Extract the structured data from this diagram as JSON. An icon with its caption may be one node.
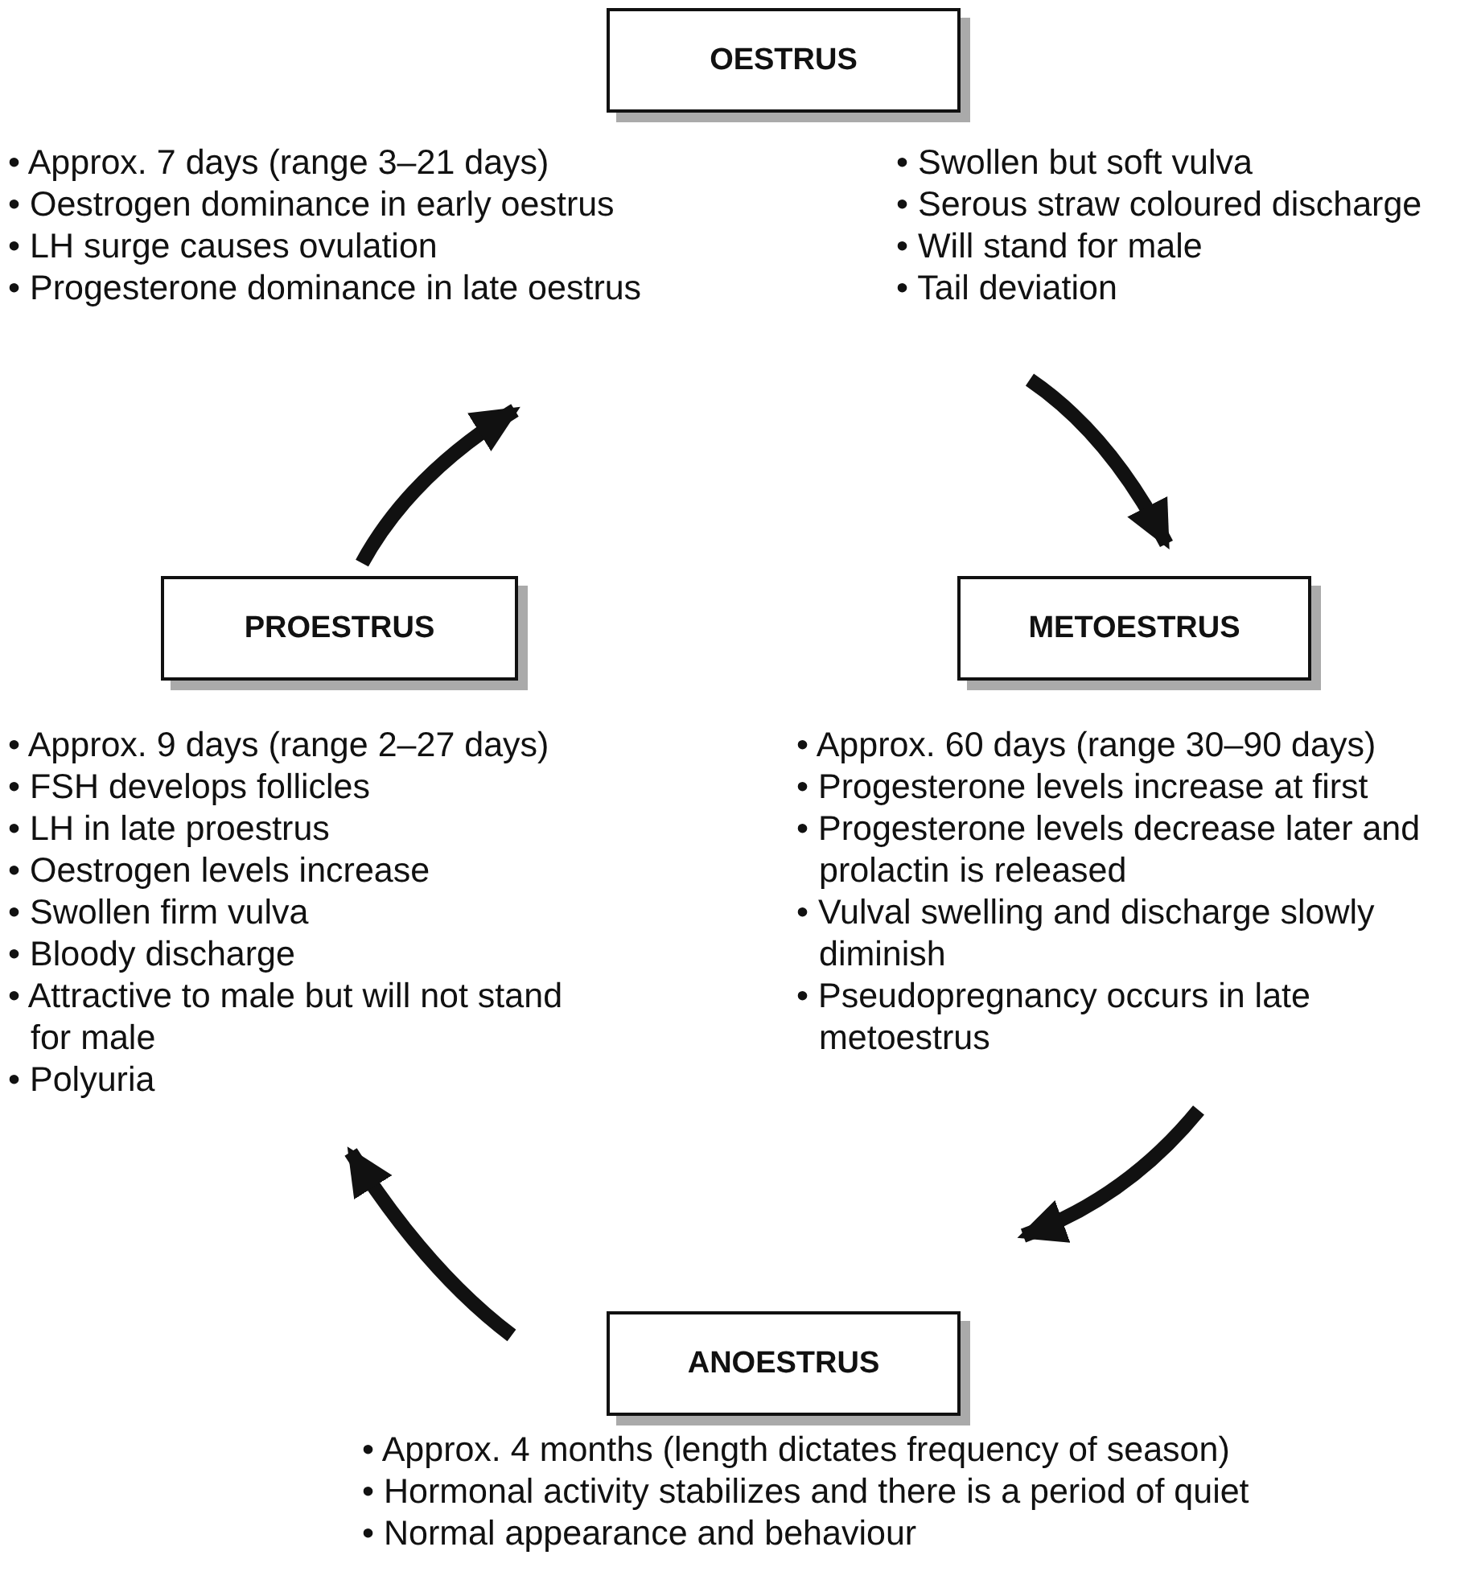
{
  "diagram": {
    "nodes": [
      {
        "text": [
          "OESTRUS"
        ],
        "beside": [
          "• Approx. 7 days (range 3–21 days)",
          "• Oestrogen dominance in early oestrus",
          "• LH surge causes ovulation",
          "• Progesterone dominance in late oestrus",
          "• Swollen but soft vulva",
          "• Serous straw coloured discharge",
          "• Will stand for male",
          "• Tail deviation"
        ]
      },
      {
        "text": [
          "PROESTRUS"
        ],
        "beside": [
          "• Approx. 9 days (range 2–27 days)",
          "• FSH develops follicles",
          "• LH in late proestrus",
          "• Oestrogen levels increase",
          "• Swollen firm vulva",
          "• Bloody discharge",
          "• Attractive to male but will not stand for male",
          "• Polyuria"
        ]
      },
      {
        "text": [
          "METOESTRUS"
        ],
        "beside": [
          "• Approx. 60 days (range 30–90 days)",
          "• Progesterone levels increase at first",
          "• Progesterone levels decrease later and prolactin is released",
          "• Vulval swelling and discharge slowly diminish",
          "• Pseudopregnancy occurs in late metoestrus"
        ]
      },
      {
        "text": [
          "ANOESTRUS"
        ],
        "beside": [
          "• Approx. 4 months (length dictates frequency of season)",
          "• Hormonal activity stabilizes and there is a period of quiet",
          "• Normal appearance and behaviour"
        ]
      }
    ],
    "edges": [
      {
        "from": 1,
        "to": 0,
        "arrow": "to"
      },
      {
        "from": 0,
        "to": 2,
        "arrow": "to"
      },
      {
        "from": 2,
        "to": 3,
        "arrow": "to"
      },
      {
        "from": 3,
        "to": 1,
        "arrow": "to"
      }
    ]
  }
}
